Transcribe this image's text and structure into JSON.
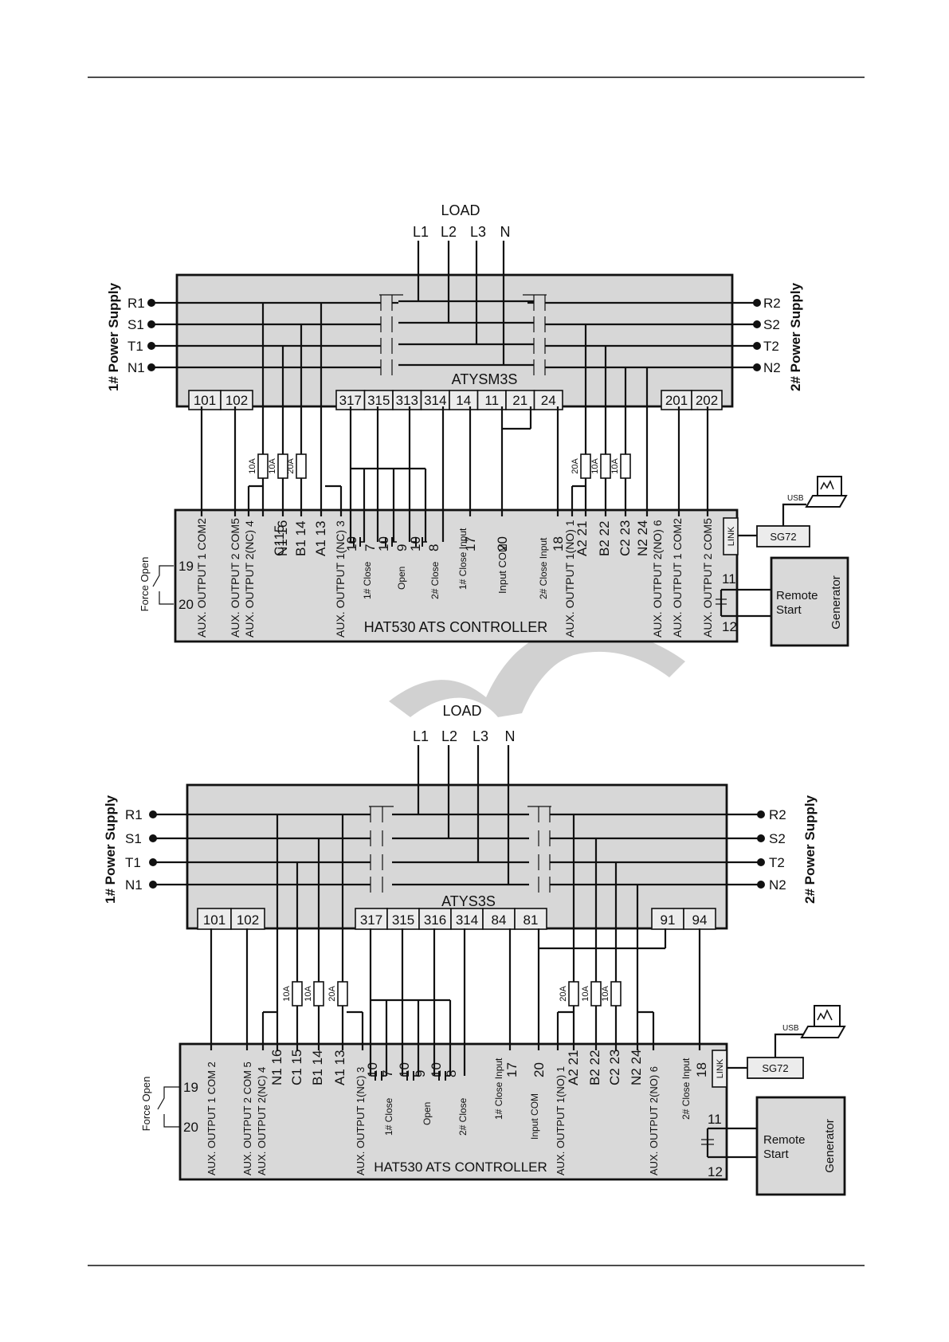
{
  "colors": {
    "line": "#111111",
    "panel": "#d7d7d7",
    "watermark": "#c9c9c9"
  },
  "load": {
    "title": "LOAD",
    "phases": [
      "L1",
      "L2",
      "L3",
      "N"
    ]
  },
  "sources": {
    "supply1_label": "1# Power Supply",
    "supply2_label": "2# Power Supply",
    "supply1_terminals": [
      "R1",
      "S1",
      "T1",
      "N1"
    ],
    "supply2_terminals": [
      "R2",
      "S2",
      "T2",
      "N2"
    ]
  },
  "common": {
    "force_open": "Force  Open",
    "force_19": "19",
    "force_20": "20",
    "remote_start": "Remote",
    "remote_start2": "Start",
    "generator": "Generator",
    "gen_11": "11",
    "gen_12": "12",
    "link": "LINK",
    "sg72": "SG72",
    "usb": "USB",
    "controller_title": "HAT530 ATS CONTROLLER"
  },
  "diagram1": {
    "switch_name": "ATYSM3S",
    "left_terms": [
      "101",
      "102"
    ],
    "mid_terms": [
      "317",
      "315",
      "313",
      "314",
      "14",
      "11",
      "21",
      "24"
    ],
    "right_terms": [
      "201",
      "202"
    ],
    "fuses_left": [
      "10A",
      "10A",
      "20A"
    ],
    "fuses_right": [
      "20A",
      "10A",
      "10A"
    ],
    "pin_labels": [
      "AUX. OUTPUT 1 COM2",
      "AUX. OUTPUT 2 COM5",
      "AUX. OUTPUT 2(NC) 4",
      "N1 16",
      "C115",
      "B1 14",
      "A1 13",
      "AUX. OUTPUT 1(NC) 3",
      "1# Close",
      "Open",
      "2# Close",
      "1# Close Input",
      "Input COM",
      "2# Close Input",
      "AUX. OUTPUT 1(NO) 1",
      "A2  21",
      "B2 22",
      "C2 23",
      "N2 24",
      "AUX. OUTPUT 2(NO) 6",
      "AUX. OUTPUT 1 COM2",
      "AUX. OUTPUT 2 COM5"
    ],
    "pin_nums": [
      "10",
      "7",
      "10",
      "9",
      "10",
      "8",
      "17",
      "20",
      "18"
    ]
  },
  "diagram2": {
    "switch_name": "ATYS3S",
    "left_terms": [
      "101",
      "102"
    ],
    "mid_terms": [
      "317",
      "315",
      "316",
      "314",
      "84",
      "81"
    ],
    "right_terms": [
      "91",
      "94"
    ],
    "fuses_left": [
      "10A",
      "10A",
      "20A"
    ],
    "fuses_right": [
      "20A",
      "10A",
      "10A"
    ],
    "pin_labels": [
      "AUX. OUTPUT 1 COM  2",
      "AUX. OUTPUT 2 COM  5",
      "AUX. OUTPUT 2(NC)  4",
      "N1  16",
      "C1  15",
      "B1  14",
      "A1  13",
      "AUX. OUTPUT 1(NC)  3",
      "1# Close",
      "Open",
      "2# Close",
      "1# Close Input",
      "Input COM",
      "AUX. OUTPUT 1(NO)  1",
      "A2  21",
      "B2  22",
      "C2  23",
      "N2  24",
      "AUX. OUTPUT 2(NO)  6",
      "2# Close Input"
    ],
    "pin_nums": [
      "10",
      "7",
      "10",
      "9",
      "10",
      "8",
      "17",
      "20",
      "18"
    ]
  }
}
